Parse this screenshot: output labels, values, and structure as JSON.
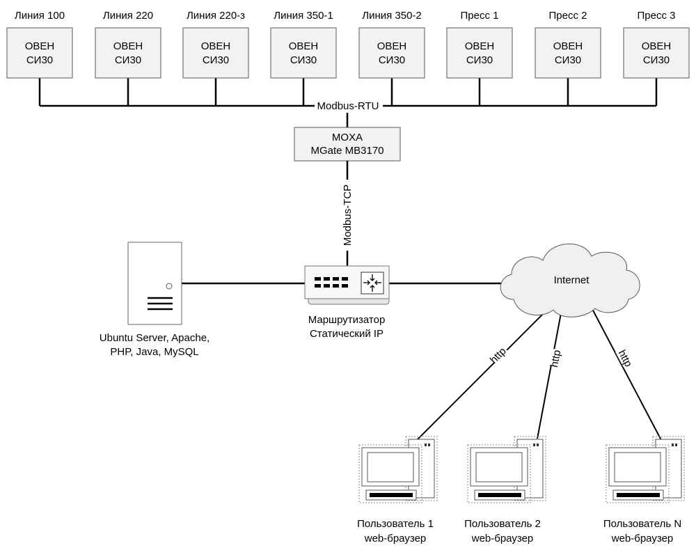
{
  "devices": [
    {
      "name": "Линия 100",
      "line1": "ОВЕН",
      "line2": "СИ30"
    },
    {
      "name": "Линия 220",
      "line1": "ОВЕН",
      "line2": "СИ30"
    },
    {
      "name": "Линия 220-з",
      "line1": "ОВЕН",
      "line2": "СИ30"
    },
    {
      "name": "Линия 350-1",
      "line1": "ОВЕН",
      "line2": "СИ30"
    },
    {
      "name": "Линия 350-2",
      "line1": "ОВЕН",
      "line2": "СИ30"
    },
    {
      "name": "Пресс 1",
      "line1": "ОВЕН",
      "line2": "СИ30"
    },
    {
      "name": "Пресс 2",
      "line1": "ОВЕН",
      "line2": "СИ30"
    },
    {
      "name": "Пресс 3",
      "line1": "ОВЕН",
      "line2": "СИ30"
    }
  ],
  "bus_label": "Modbus-RTU",
  "gateway": {
    "line1": "MOXA",
    "line2": "MGate MB3170"
  },
  "tcp_label": "Modbus-TCP",
  "router": {
    "line1": "Маршрутизатор",
    "line2": "Статический IP"
  },
  "server": {
    "line1": "Ubuntu Server, Apache,",
    "line2": "PHP, Java, MySQL"
  },
  "internet_label": "Internet",
  "http_label": "http",
  "users": [
    {
      "line1": "Пользователь 1",
      "line2": "web-браузер"
    },
    {
      "line1": "Пользователь 2",
      "line2": "web-браузер"
    },
    {
      "line1": "Пользователь N",
      "line2": "web-браузер"
    }
  ]
}
